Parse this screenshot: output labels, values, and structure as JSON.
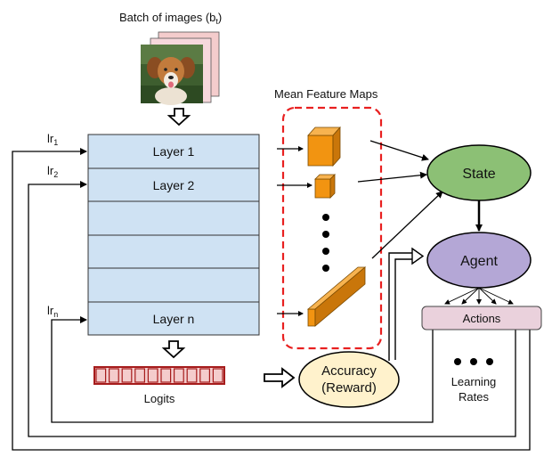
{
  "batch": {
    "label": "Batch of images (b",
    "sub": "t",
    "close": ")"
  },
  "feature_maps": {
    "label": "Mean Feature Maps"
  },
  "layers": [
    {
      "label": "Layer 1",
      "lr": "lr",
      "lr_sub": "1"
    },
    {
      "label": "Layer 2",
      "lr": "lr",
      "lr_sub": "2"
    },
    {
      "label": "",
      "lr": "",
      "lr_sub": ""
    },
    {
      "label": "",
      "lr": "",
      "lr_sub": ""
    },
    {
      "label": "",
      "lr": "",
      "lr_sub": ""
    },
    {
      "label": "Layer n",
      "lr": "lr",
      "lr_sub": "n"
    }
  ],
  "logits": {
    "label": "Logits",
    "cells": 10
  },
  "accuracy": {
    "line1": "Accuracy",
    "line2": "(Reward)"
  },
  "state": {
    "label": "State"
  },
  "agent": {
    "label": "Agent"
  },
  "actions": {
    "label": "Actions"
  },
  "learning_rates": {
    "line1": "Learning",
    "line2": "Rates"
  },
  "colors": {
    "layer_fill": "#cfe2f3",
    "cube_fill": "#f29411",
    "state_fill": "#8cc075",
    "agent_fill": "#b4a7d6",
    "actions_fill": "#ead1dc",
    "accuracy_fill": "#fff2cc",
    "logit_fill": "#f4cccc",
    "logit_border": "#a61c1c",
    "dash_red": "#e82020"
  }
}
